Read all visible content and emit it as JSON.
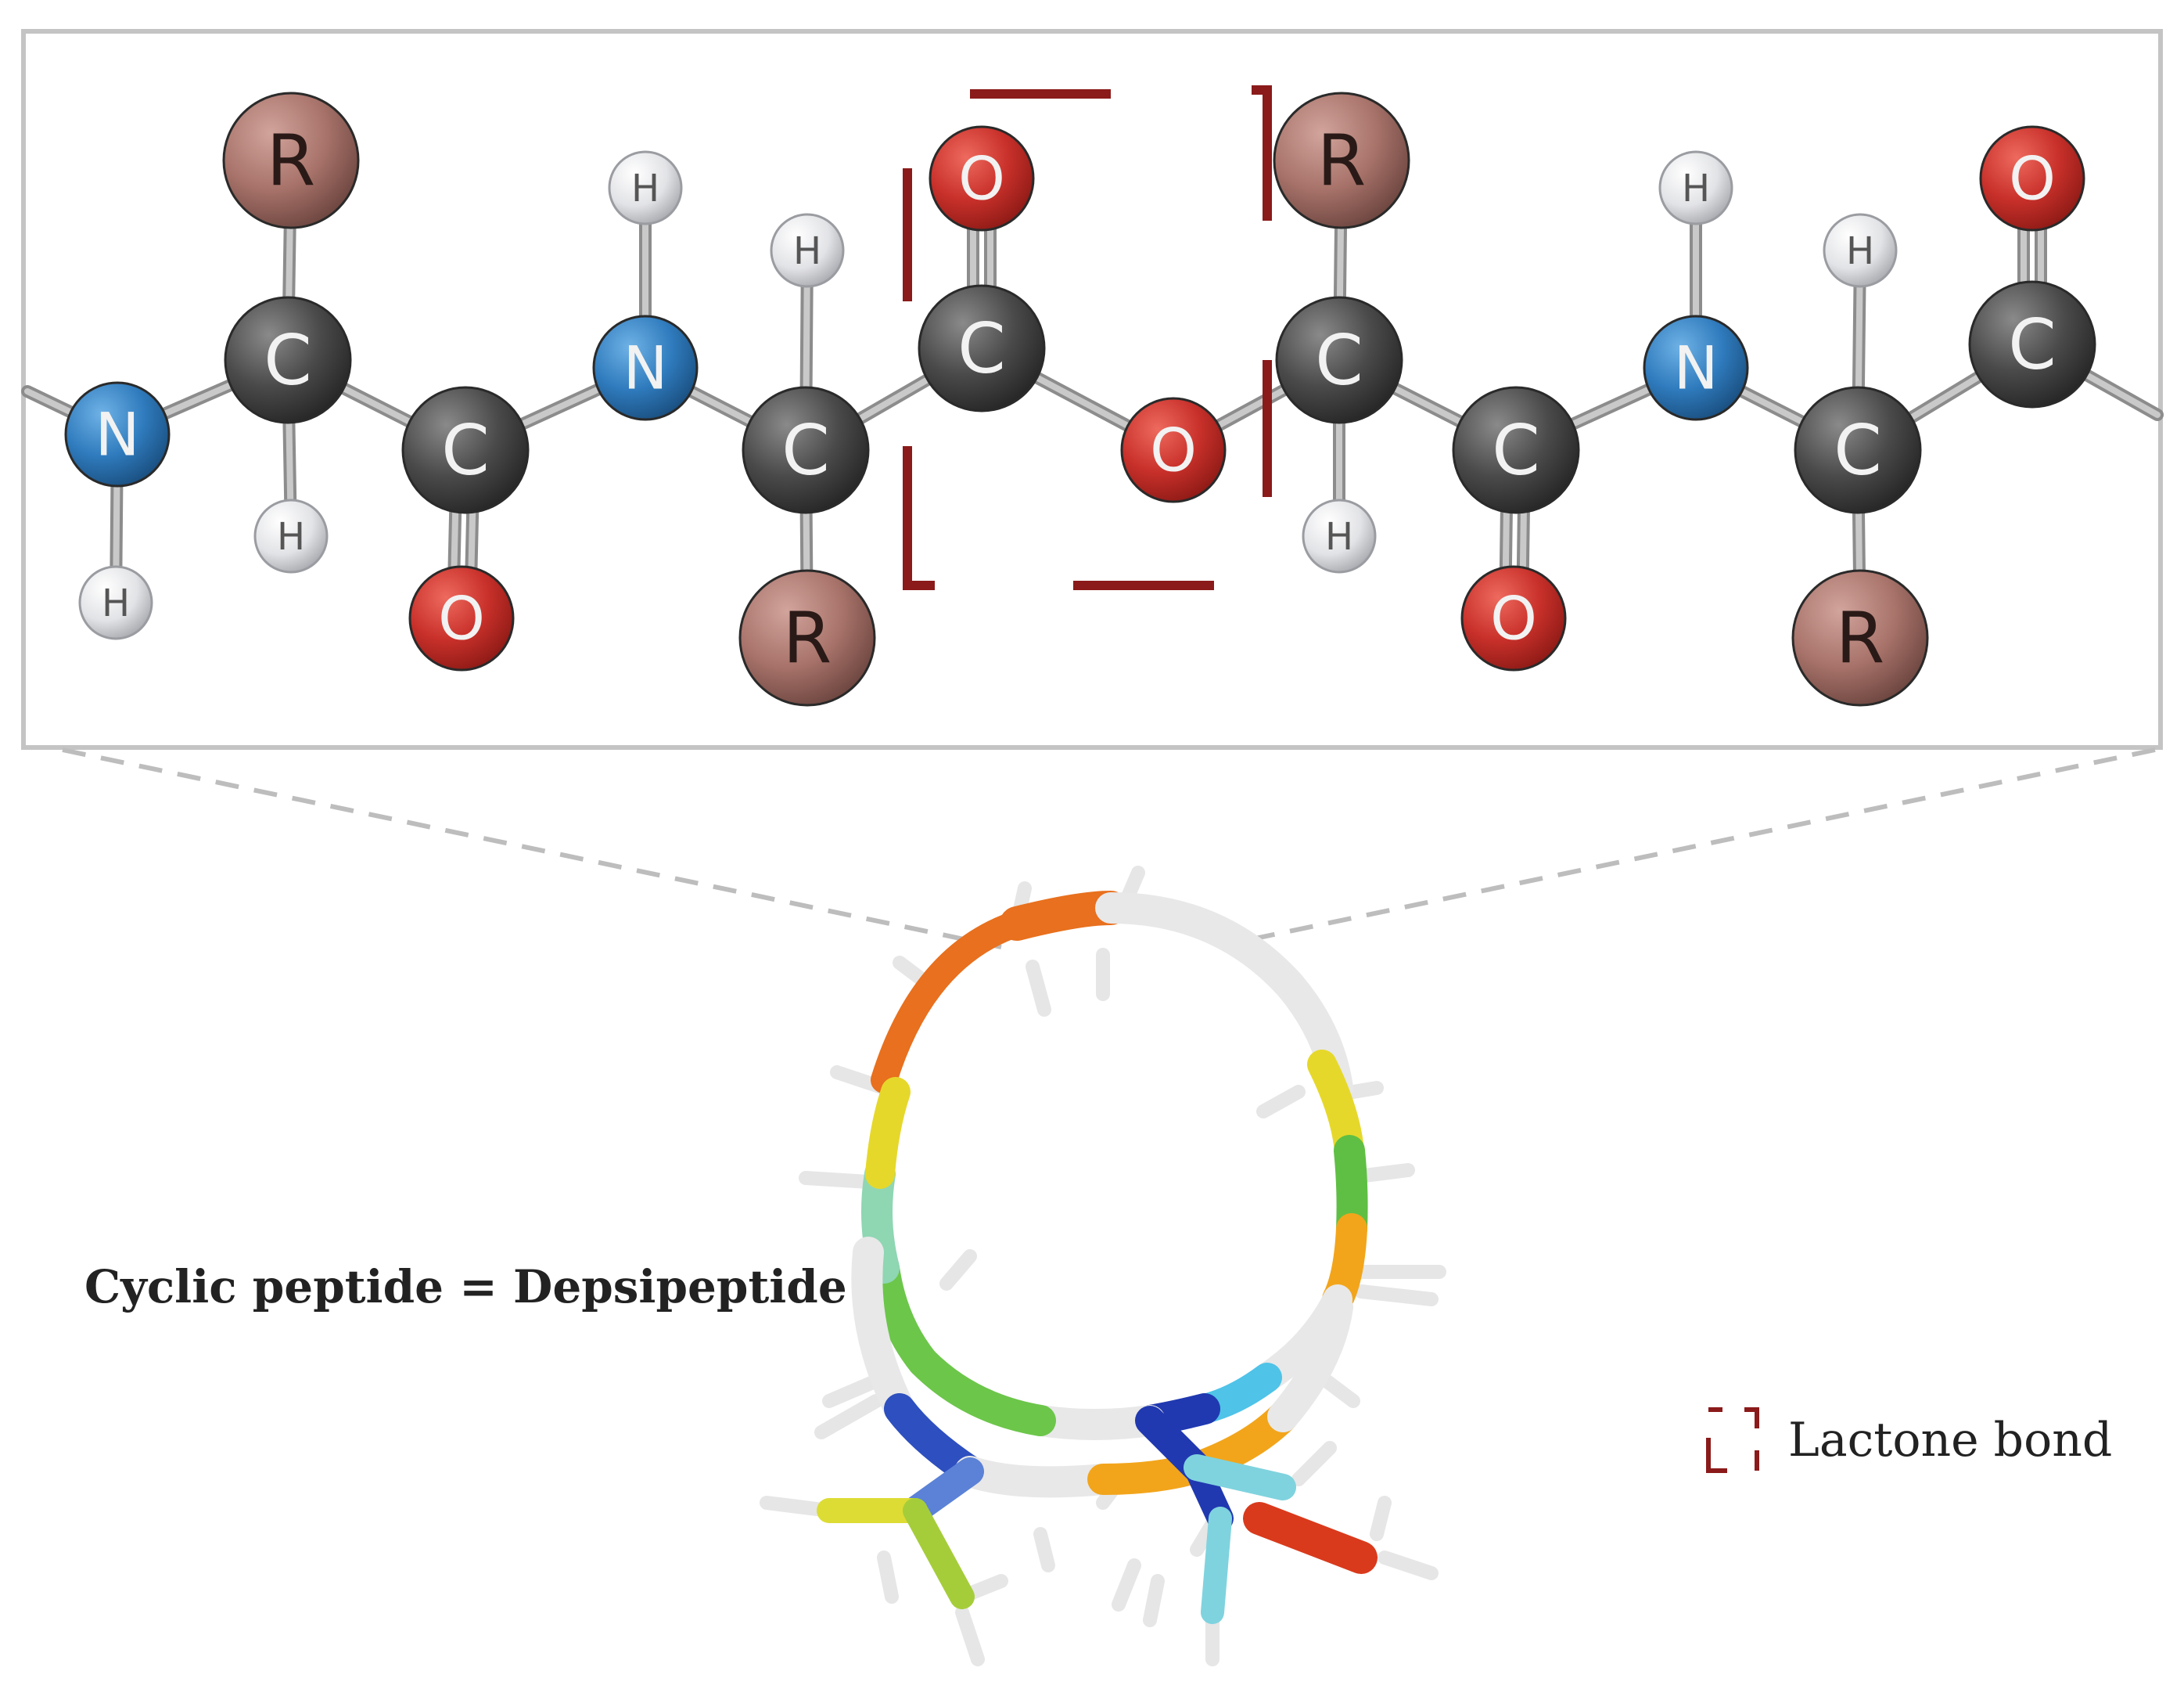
{
  "caption": "Cyclic peptide = Depsipeptide",
  "legend": {
    "label": "Lactone bond"
  },
  "atom_labels": {
    "carbon": "C",
    "nitrogen": "N",
    "oxygen": "O",
    "hydrogen": "H",
    "side_chain": "R"
  },
  "colors": {
    "carbon": "#4a4a4a",
    "nitrogen": "#2f7bbd",
    "oxygen": "#c8302a",
    "hydrogen": "#e2e3e6",
    "side_chain": "#a8736a",
    "lactone_bracket": "#8b1a1a",
    "frame": "#c4c4c4"
  }
}
